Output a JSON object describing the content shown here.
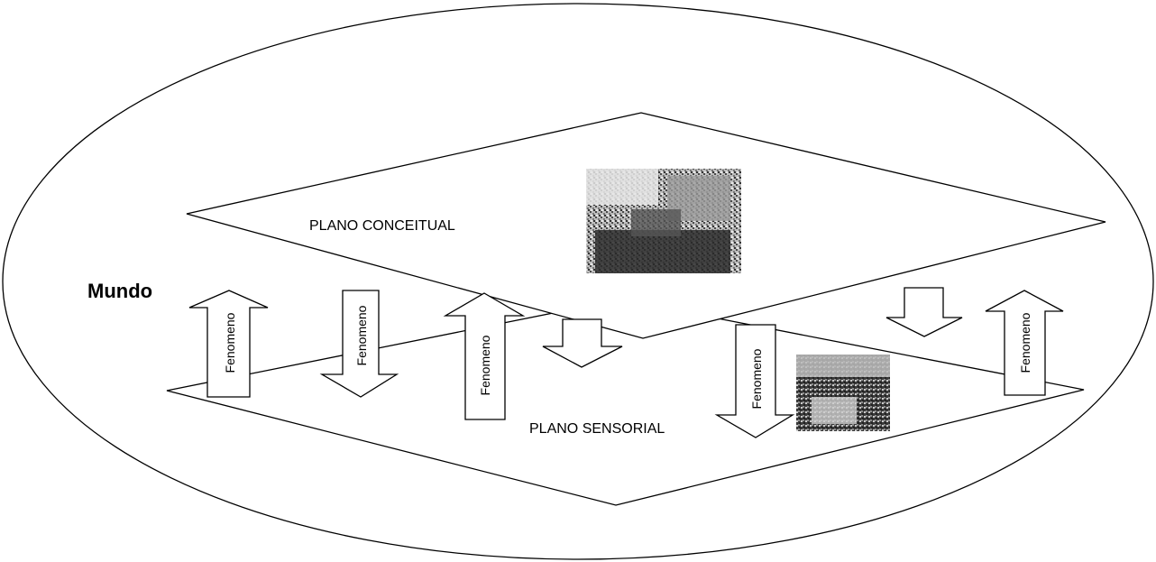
{
  "world_label": "Mundo",
  "conceptual_plane_label": "PLANO CONCEITUAL",
  "sensory_plane_label": "PLANO SENSORIAL",
  "phenomenon_label": "Fenomeno",
  "colors": {
    "line": "#000000",
    "background": "#ffffff",
    "photo_dark": "#2a2a2a",
    "photo_light": "#d9d9d9"
  },
  "icons": [
    "photo-thumbnail-conceptual",
    "photo-thumbnail-sensory"
  ]
}
